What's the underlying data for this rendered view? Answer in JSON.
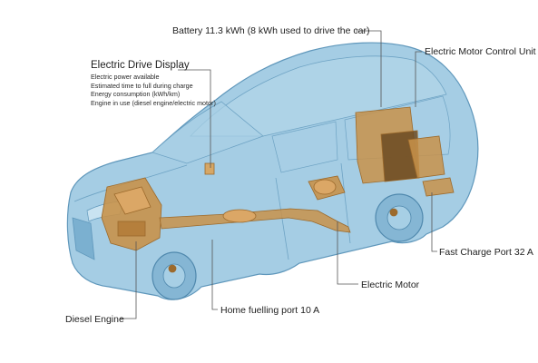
{
  "callouts": {
    "battery": "Battery 11.3 kWh (8 kWh used to drive the car)",
    "motor_control_unit": "Electric Motor Control Unit",
    "drive_display": {
      "title": "Electric Drive Display",
      "details": [
        "Electric power available",
        "Estimated time to full during charge",
        "Energy consumption (kWh/km)",
        "Engine in use (diesel engine/electric motor)"
      ]
    },
    "fast_charge_port": "Fast Charge Port 32 A",
    "electric_motor": "Electric Motor",
    "diesel_engine": "Diesel Engine",
    "home_fuelling_port": "Home fuelling port 10 A"
  },
  "colors": {
    "car_body": "#8cbfdc",
    "car_outline": "#5f97bb",
    "components": "#c8924a",
    "leader_lines": "#555555"
  }
}
